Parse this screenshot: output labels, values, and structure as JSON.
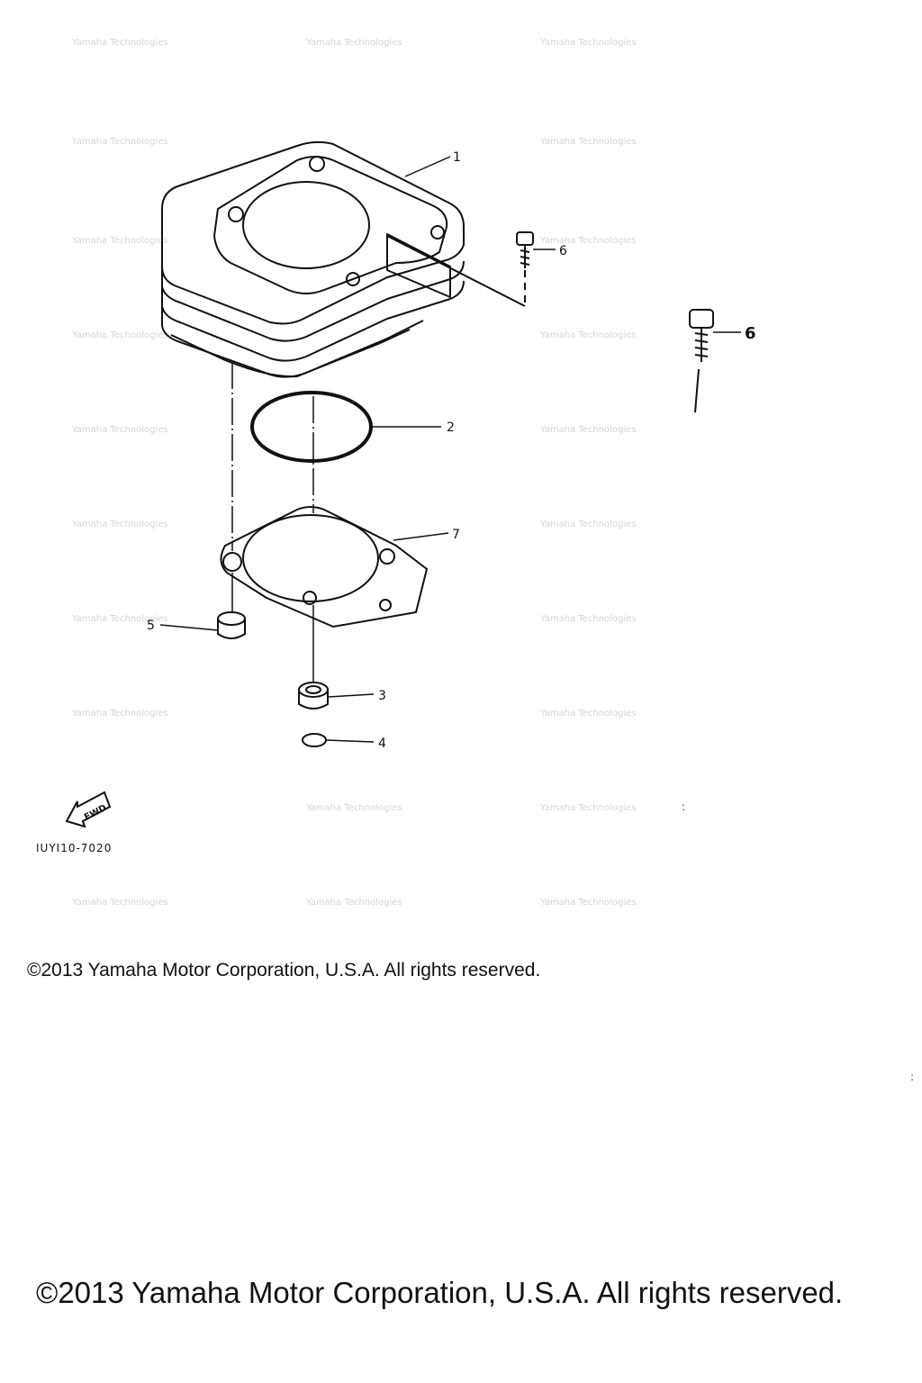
{
  "diagram": {
    "callouts": {
      "cylinder": "1",
      "o_ring": "2",
      "dowel_pin_a": "3",
      "o_ring_small": "4",
      "dowel_pin_b": "5",
      "bolt_a": "6",
      "bolt_b": "6",
      "gasket": "7"
    },
    "part_code": "IUYI10-7020",
    "fwd_label": "FWD",
    "watermark": "Yamaha Technologies"
  },
  "footer": {
    "copyright_small": "©2013 Yamaha Motor Corporation, U.S.A. All rights reserved.",
    "copyright_large": "©2013 Yamaha Motor Corporation, U.S.A. All rights reserved."
  }
}
